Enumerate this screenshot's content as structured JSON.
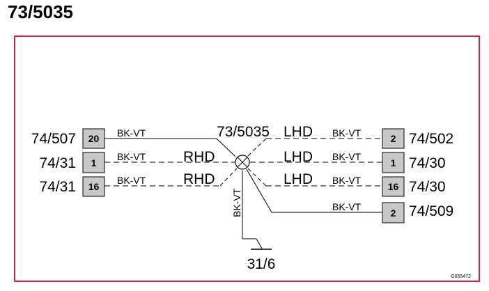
{
  "title": "73/5035",
  "splice": {
    "label": "73/5035"
  },
  "ground": {
    "label": "31/6",
    "wire_color": "BK-VT"
  },
  "left_connectors": [
    {
      "label": "74/507",
      "pin": "20",
      "wire_color": "BK-VT",
      "variant": ""
    },
    {
      "label": "74/31",
      "pin": "1",
      "wire_color": "BK-VT",
      "variant": "RHD"
    },
    {
      "label": "74/31",
      "pin": "16",
      "wire_color": "BK-VT",
      "variant": "RHD"
    }
  ],
  "right_connectors": [
    {
      "label": "74/502",
      "pin": "2",
      "wire_color": "BK-VT",
      "variant": "LHD"
    },
    {
      "label": "74/30",
      "pin": "1",
      "wire_color": "BK-VT",
      "variant": "LHD"
    },
    {
      "label": "74/30",
      "pin": "16",
      "wire_color": "BK-VT",
      "variant": "LHD"
    },
    {
      "label": "74/509",
      "pin": "2",
      "wire_color": "BK-VT",
      "variant": ""
    }
  ],
  "figure_code": "G055472",
  "colors": {
    "frame": "#c8254a",
    "pin_fill": "#c8c8c8",
    "line": "#000000"
  }
}
